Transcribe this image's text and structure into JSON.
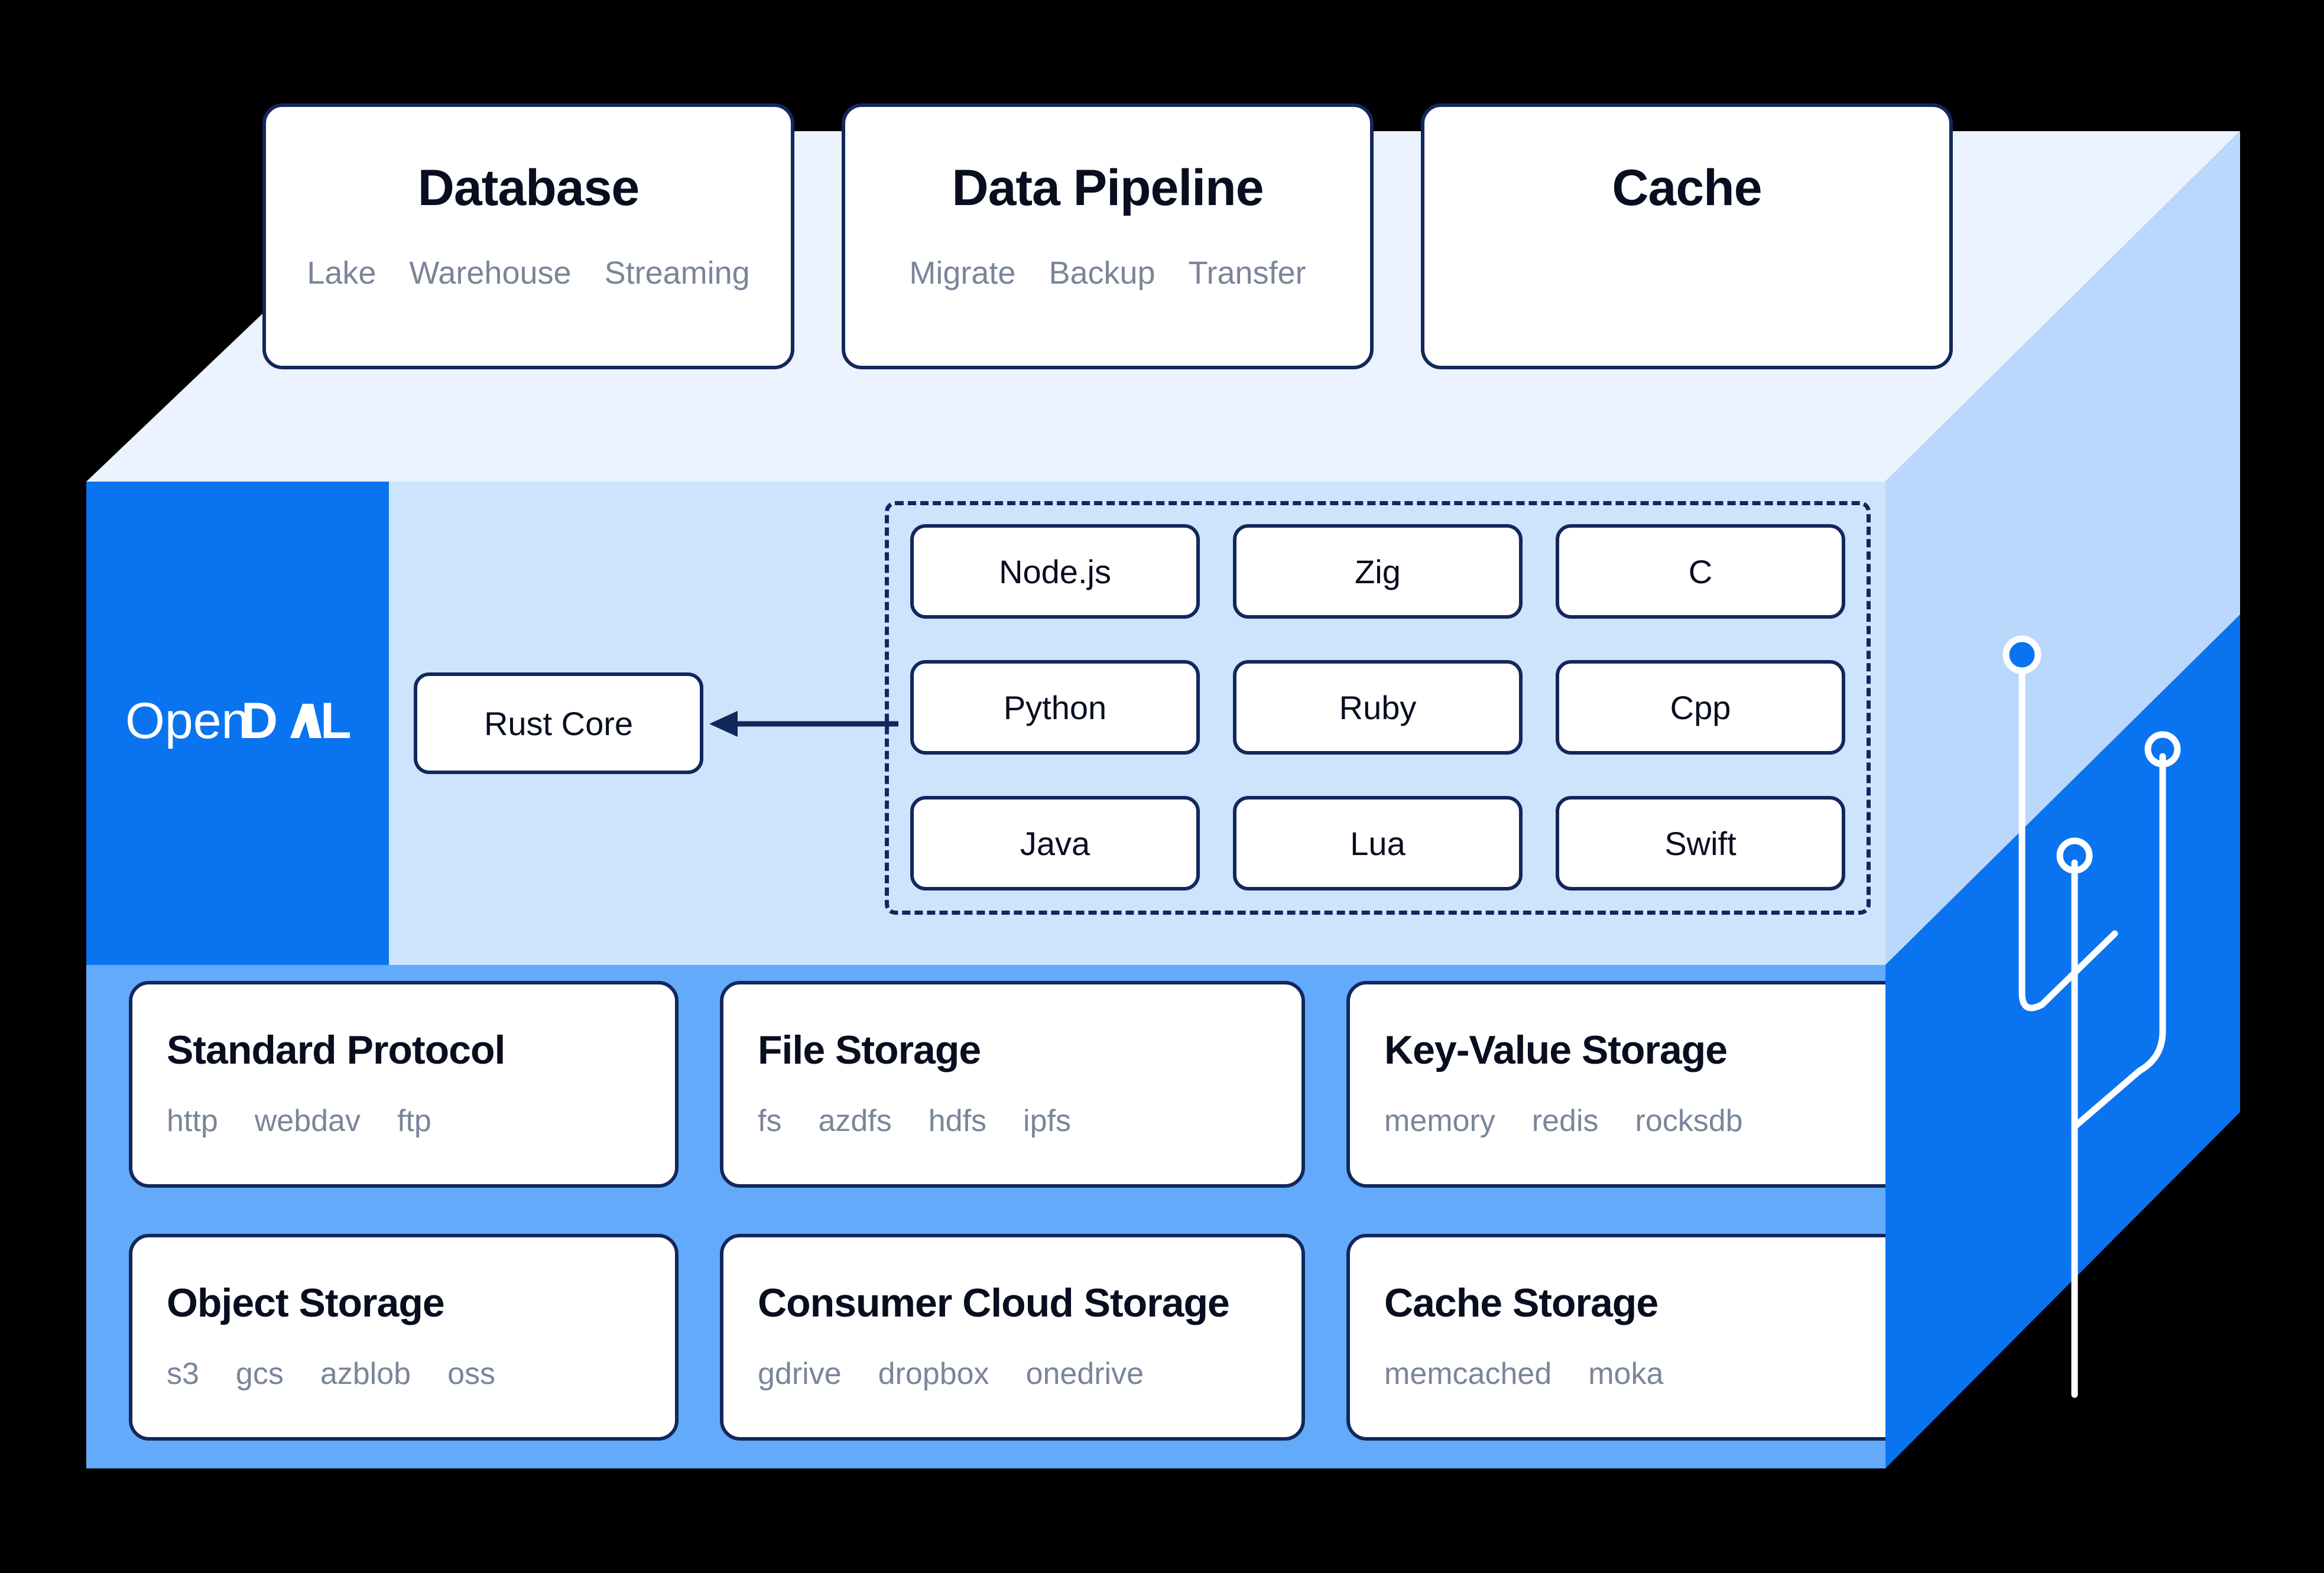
{
  "brand": {
    "logo_open": "Open",
    "logo_dal": "DAL",
    "accent_blue": "#0A74F0",
    "navy": "#12275B",
    "tag_gray": "#7A8599"
  },
  "top_layer": {
    "cards": [
      {
        "title": "Database",
        "tags": [
          "Lake",
          "Warehouse",
          "Streaming"
        ]
      },
      {
        "title": "Data Pipeline",
        "tags": [
          "Migrate",
          "Backup",
          "Transfer"
        ]
      },
      {
        "title": "Cache",
        "tags": []
      }
    ]
  },
  "core_layer": {
    "core_label": "Rust Core",
    "arrow": "arrow-left",
    "bindings": [
      "Node.js",
      "Zig",
      "C",
      "Python",
      "Ruby",
      "Cpp",
      "Java",
      "Lua",
      "Swift"
    ]
  },
  "service_layer": {
    "cards": [
      {
        "title": "Standard Protocol",
        "tags": [
          "http",
          "webdav",
          "ftp"
        ]
      },
      {
        "title": "File Storage",
        "tags": [
          "fs",
          "azdfs",
          "hdfs",
          "ipfs"
        ]
      },
      {
        "title": "Key-Value Storage",
        "tags": [
          "memory",
          "redis",
          "rocksdb"
        ]
      },
      {
        "title": "Object Storage",
        "tags": [
          "s3",
          "gcs",
          "azblob",
          "oss"
        ]
      },
      {
        "title": "Consumer Cloud Storage",
        "tags": [
          "gdrive",
          "dropbox",
          "onedrive"
        ]
      },
      {
        "title": "Cache Storage",
        "tags": [
          "memcached",
          "moka"
        ]
      }
    ]
  },
  "decoration": {
    "circuit_nodes": [
      "filled",
      "hollow",
      "hollow"
    ]
  }
}
